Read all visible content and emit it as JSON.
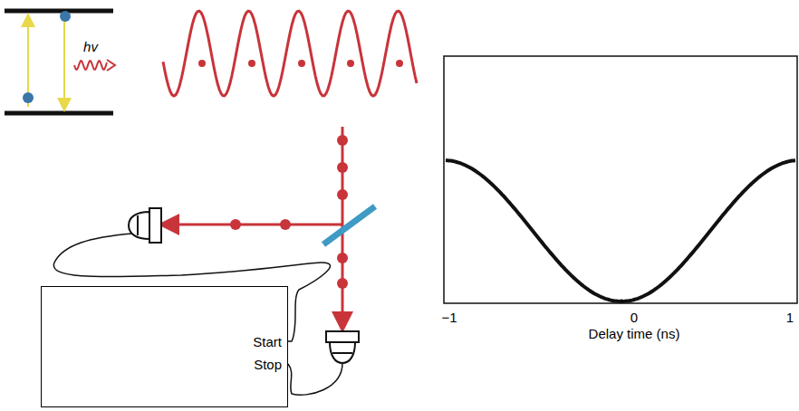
{
  "diagram": {
    "nodes": [
      {
        "text": [
          "Start",
          "Stop"
        ]
      }
    ],
    "labels": [
      "hv",
      "−1",
      "0",
      "1",
      "Delay time (ns)"
    ]
  }
}
